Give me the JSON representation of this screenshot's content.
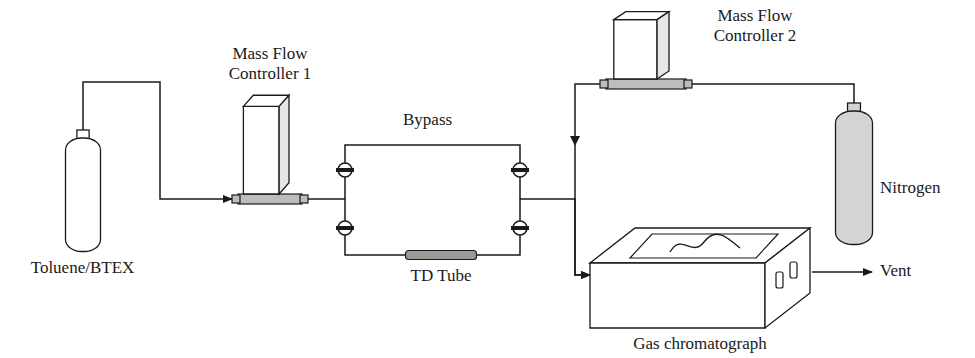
{
  "diagram": {
    "nodes": [
      {
        "text": [
          "Toluene/BTEX"
        ]
      },
      {
        "text": [
          "Mass Flow Controller 1"
        ]
      },
      {
        "text": [
          "TD Tube"
        ]
      },
      {
        "text": [
          "Mass Flow Controller 2"
        ]
      },
      {
        "text": [
          "Nitrogen"
        ]
      },
      {
        "text": [
          "Gas chromatograph"
        ]
      }
    ],
    "edges": [
      {
        "from": 0,
        "to": 1,
        "arrow": "to"
      },
      {
        "from": 1,
        "to": 2,
        "arrow": "none"
      },
      {
        "from": 2,
        "to": 5,
        "arrow": "to"
      },
      {
        "from": 4,
        "to": 3,
        "arrow": "none"
      },
      {
        "from": 3,
        "to": 5,
        "arrow": "to"
      }
    ],
    "labels": [
      "Bypass",
      "Vent"
    ]
  }
}
